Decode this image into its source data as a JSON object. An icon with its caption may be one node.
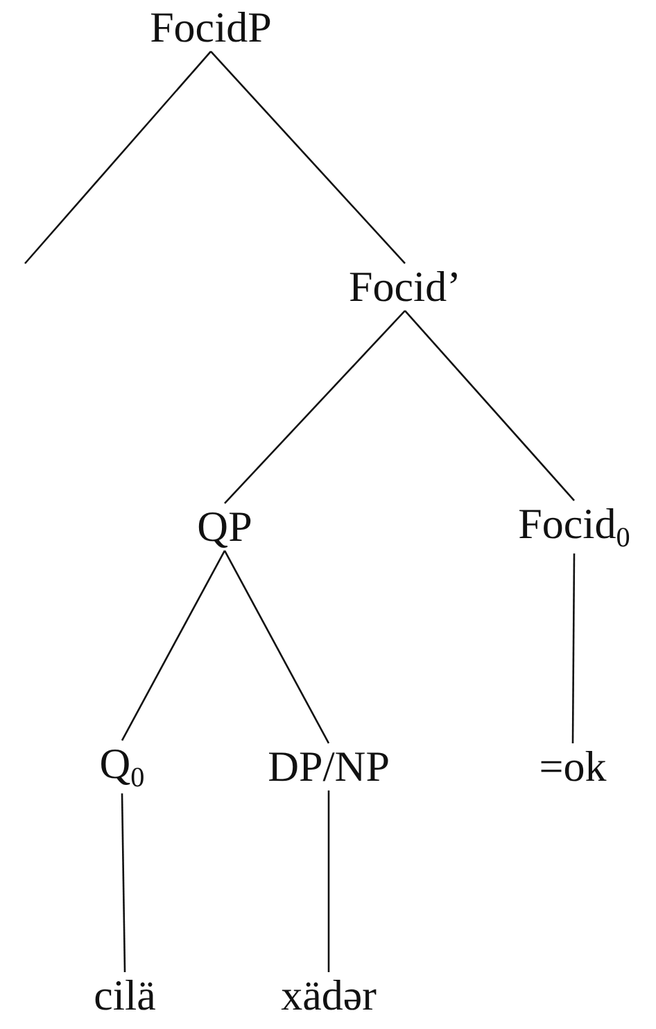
{
  "diagram": {
    "nodes": [
      {
        "text": [
          "FocidP"
        ]
      },
      {
        "text": [
          "Focid’"
        ]
      },
      {
        "text": [
          "QP"
        ]
      },
      {
        "text": [
          "Focid$_{0}$"
        ]
      },
      {
        "text": [
          "Q$_{0}$"
        ]
      },
      {
        "text": [
          "DP/NP"
        ]
      },
      {
        "text": [
          "=ok"
        ]
      },
      {
        "text": [
          "cilä"
        ]
      },
      {
        "text": [
          "xädər"
        ]
      }
    ],
    "edges": [
      {
        "from": 0,
        "to": null,
        "arrow": "none"
      },
      {
        "from": 0,
        "to": 1,
        "arrow": "none"
      },
      {
        "from": 1,
        "to": 2,
        "arrow": "none"
      },
      {
        "from": 1,
        "to": 3,
        "arrow": "none"
      },
      {
        "from": 2,
        "to": 4,
        "arrow": "none"
      },
      {
        "from": 2,
        "to": 5,
        "arrow": "none"
      },
      {
        "from": 3,
        "to": 6,
        "arrow": "none"
      },
      {
        "from": 4,
        "to": 7,
        "arrow": "none"
      },
      {
        "from": 5,
        "to": 8,
        "arrow": "none"
      }
    ]
  }
}
